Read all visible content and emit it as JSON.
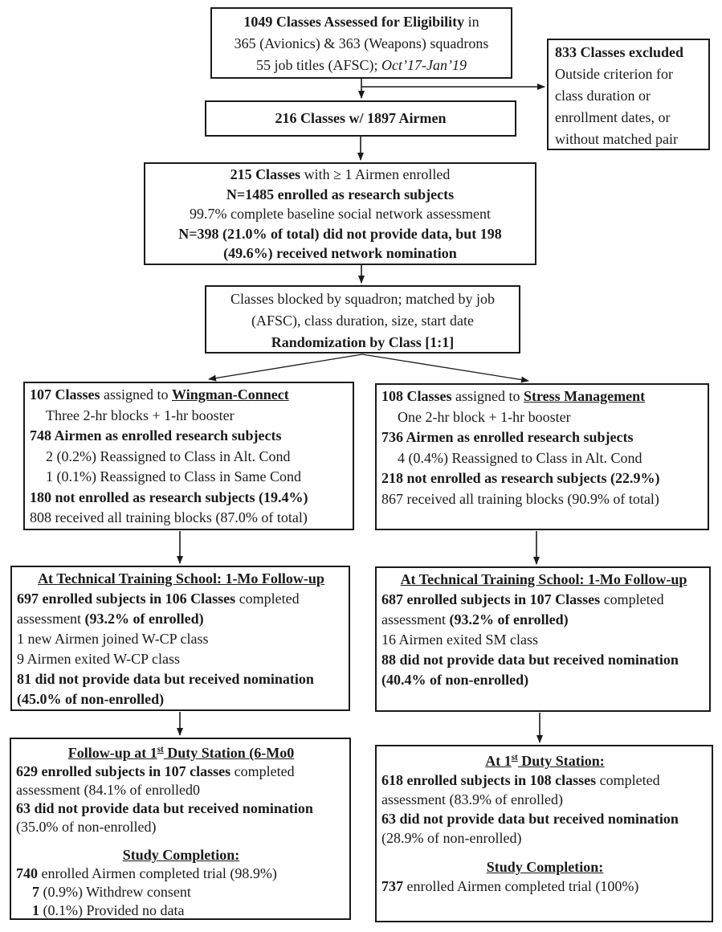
{
  "figure": {
    "title": "CONSORT flow diagram of class eligibility, randomization and follow-up",
    "background": "#ffffff",
    "ink": "#1a1a1a",
    "boxes": {
      "eligibility": {
        "align": "center",
        "lines": [
          {
            "seg": [
              {
                "t": "1049 Classes Assessed for Eligibility",
                "b": 1
              },
              {
                "t": " in"
              }
            ]
          },
          {
            "seg": [
              {
                "t": "365 (Avionics) & 363 (Weapons) squadrons"
              }
            ]
          },
          {
            "seg": [
              {
                "t": "55 job titles (AFSC); "
              },
              {
                "t": "Oct’17-Jan’19",
                "i": 1
              }
            ]
          }
        ]
      },
      "excluded": {
        "lines": [
          {
            "seg": [
              {
                "t": "833 Classes excluded",
                "b": 1
              }
            ]
          },
          {
            "seg": [
              {
                "t": "Outside criterion for"
              }
            ]
          },
          {
            "seg": [
              {
                "t": "class duration or"
              }
            ]
          },
          {
            "seg": [
              {
                "t": "enrollment dates, or"
              }
            ]
          },
          {
            "seg": [
              {
                "t": "without matched pair"
              }
            ]
          }
        ]
      },
      "classes216": {
        "align": "center",
        "lines": [
          {
            "seg": [
              {
                "t": "216 Classes w/ 1897 Airmen",
                "b": 1
              }
            ]
          }
        ]
      },
      "classes215": {
        "align": "center",
        "lines": [
          {
            "seg": [
              {
                "t": "215 Classes",
                "b": 1
              },
              {
                "t": " with ≥ 1 Airmen enrolled"
              }
            ]
          },
          {
            "seg": [
              {
                "t": "N=1485 enrolled as research subjects",
                "b": 1
              }
            ]
          },
          {
            "seg": [
              {
                "t": "99.7% complete baseline social network assessment"
              }
            ]
          },
          {
            "seg": [
              {
                "t": "N=398 (21.0% of total) did not provide data, but 198",
                "b": 1
              }
            ]
          },
          {
            "seg": [
              {
                "t": "(49.6%) received network nomination",
                "b": 1
              }
            ]
          }
        ]
      },
      "randomization": {
        "align": "center",
        "lines": [
          {
            "seg": [
              {
                "t": "Classes blocked by squadron; matched by job"
              }
            ]
          },
          {
            "seg": [
              {
                "t": "(AFSC), class duration, size, start date"
              }
            ]
          },
          {
            "seg": [
              {
                "t": "Randomization by Class [1:1]",
                "b": 1
              }
            ]
          }
        ]
      },
      "wingman_arm": {
        "lines": [
          {
            "seg": [
              {
                "t": "107 Classes",
                "b": 1
              },
              {
                "t": " assigned to "
              },
              {
                "t": "Wingman-Connect",
                "b": 1,
                "u": 1
              }
            ]
          },
          {
            "ind": 1,
            "seg": [
              {
                "t": "Three 2-hr blocks + 1-hr booster"
              }
            ]
          },
          {
            "seg": [
              {
                "t": "748 Airmen as enrolled research subjects",
                "b": 1
              }
            ]
          },
          {
            "ind": 1,
            "seg": [
              {
                "t": "2 (0.2%) Reassigned to Class in Alt. Cond"
              }
            ]
          },
          {
            "ind": 1,
            "seg": [
              {
                "t": "1 (0.1%) Reassigned to Class in Same Cond"
              }
            ]
          },
          {
            "seg": [
              {
                "t": "180 not enrolled as research subjects (19.4%)",
                "b": 1
              }
            ]
          },
          {
            "seg": [
              {
                "t": "808 received all training blocks (87.0% of total)"
              }
            ]
          }
        ]
      },
      "stress_arm": {
        "lines": [
          {
            "seg": [
              {
                "t": "108 Classes",
                "b": 1
              },
              {
                "t": " assigned to "
              },
              {
                "t": "Stress Management",
                "b": 1,
                "u": 1
              }
            ]
          },
          {
            "ind": 1,
            "seg": [
              {
                "t": "One 2-hr block + 1-hr booster"
              }
            ]
          },
          {
            "seg": [
              {
                "t": "736 Airmen as enrolled research subjects",
                "b": 1
              }
            ]
          },
          {
            "ind": 1,
            "seg": [
              {
                "t": "4 (0.4%) Reassigned to Class in Alt. Cond"
              }
            ]
          },
          {
            "seg": [
              {
                "t": "218 not enrolled as research subjects (22.9%)",
                "b": 1
              }
            ]
          },
          {
            "seg": [
              {
                "t": "867 received all training blocks (90.9% of total)"
              }
            ]
          }
        ]
      },
      "wingman_1mo": {
        "lines": [
          {
            "c": 1,
            "seg": [
              {
                "t": "At Technical Training School: 1-Mo Follow-up",
                "b": 1,
                "u": 1
              }
            ]
          },
          {
            "seg": [
              {
                "t": "697 enrolled subjects in 106 Classes",
                "b": 1
              },
              {
                "t": " completed"
              }
            ]
          },
          {
            "seg": [
              {
                "t": "assessment "
              },
              {
                "t": "(93.2% of enrolled)",
                "b": 1
              }
            ]
          },
          {
            "seg": [
              {
                "t": "1 new Airmen joined W-CP class"
              }
            ]
          },
          {
            "seg": [
              {
                "t": "9 Airmen exited W-CP class"
              }
            ]
          },
          {
            "seg": [
              {
                "t": "81 did not provide data but received nomination",
                "b": 1
              }
            ]
          },
          {
            "seg": [
              {
                "t": "(45.0% of non-enrolled)",
                "b": 1
              }
            ]
          }
        ]
      },
      "stress_1mo": {
        "lines": [
          {
            "c": 1,
            "seg": [
              {
                "t": "At Technical Training School: 1-Mo Follow-up",
                "b": 1,
                "u": 1
              }
            ]
          },
          {
            "seg": [
              {
                "t": "687 enrolled subjects in 107 Classes",
                "b": 1
              },
              {
                "t": " completed"
              }
            ]
          },
          {
            "seg": [
              {
                "t": "assessment "
              },
              {
                "t": "(93.2% of enrolled)",
                "b": 1
              }
            ]
          },
          {
            "seg": [
              {
                "t": "16 Airmen exited SM class"
              }
            ]
          },
          {
            "seg": [
              {
                "t": "88 did not provide data but received nomination",
                "b": 1
              }
            ]
          },
          {
            "seg": [
              {
                "t": "(40.4% of non-enrolled)",
                "b": 1
              }
            ]
          }
        ]
      },
      "wingman_duty": {
        "lines": [
          {
            "c": 1,
            "seg": [
              {
                "t": "Follow-up at 1",
                "b": 1,
                "u": 1
              },
              {
                "t": "st",
                "b": 1,
                "u": 1,
                "sup": 1
              },
              {
                "t": " Duty Station (6-Mo0",
                "b": 1,
                "u": 1
              }
            ]
          },
          {
            "seg": [
              {
                "t": "629 enrolled subjects in 107 classes",
                "b": 1
              },
              {
                "t": " completed"
              }
            ]
          },
          {
            "seg": [
              {
                "t": "assessment (84.1% of enrolled0"
              }
            ]
          },
          {
            "seg": [
              {
                "t": "63 did not provide data but received nomination",
                "b": 1
              }
            ]
          },
          {
            "seg": [
              {
                "t": "(35.0% of non-enrolled)"
              }
            ]
          },
          {
            "blank": 1,
            "seg": []
          },
          {
            "c": 1,
            "seg": [
              {
                "t": "Study Completion:",
                "b": 1,
                "u": 1
              }
            ]
          },
          {
            "seg": [
              {
                "t": "740",
                "b": 1
              },
              {
                "t": " enrolled Airmen completed trial (98.9%)"
              }
            ]
          },
          {
            "ind": 1,
            "seg": [
              {
                "t": "7",
                "b": 1
              },
              {
                "t": " (0.9%) Withdrew consent"
              }
            ]
          },
          {
            "ind": 1,
            "seg": [
              {
                "t": "1",
                "b": 1
              },
              {
                "t": " (0.1%) Provided no data"
              }
            ]
          }
        ]
      },
      "stress_duty": {
        "lines": [
          {
            "c": 1,
            "seg": [
              {
                "t": "At 1",
                "b": 1,
                "u": 1
              },
              {
                "t": "st",
                "b": 1,
                "u": 1,
                "sup": 1
              },
              {
                "t": " Duty Station:",
                "b": 1,
                "u": 1
              }
            ]
          },
          {
            "seg": [
              {
                "t": "618 enrolled subjects in 108 classes",
                "b": 1
              },
              {
                "t": " completed"
              }
            ]
          },
          {
            "seg": [
              {
                "t": "assessment (83.9% of enrolled)"
              }
            ]
          },
          {
            "seg": [
              {
                "t": "63 did not provide data but received nomination",
                "b": 1
              }
            ]
          },
          {
            "seg": [
              {
                "t": "(28.9% of non-enrolled)"
              }
            ]
          },
          {
            "blank": 1,
            "seg": []
          },
          {
            "c": 1,
            "seg": [
              {
                "t": "Study Completion:",
                "b": 1,
                "u": 1
              }
            ]
          },
          {
            "seg": [
              {
                "t": "737",
                "b": 1
              },
              {
                "t": " enrolled Airmen completed trial (100%)"
              }
            ]
          }
        ]
      }
    }
  }
}
